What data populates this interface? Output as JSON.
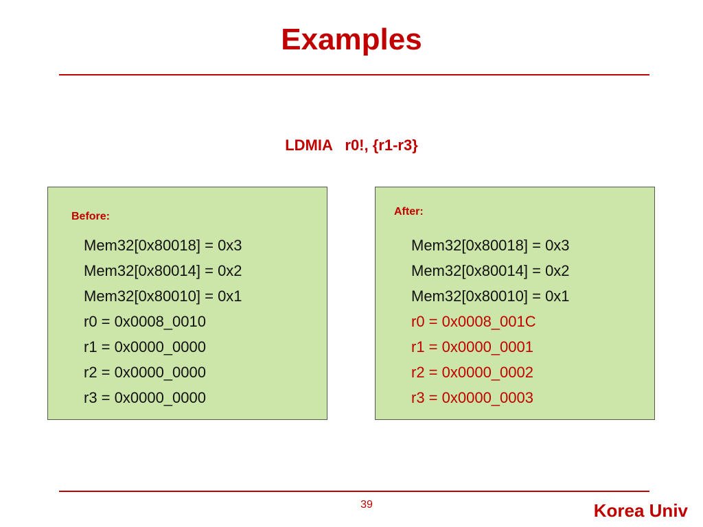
{
  "slide": {
    "title": "Examples",
    "instruction": "LDMIA   r0!, {r1-r3}",
    "page_number": "39",
    "footer_brand": "Korea Univ"
  },
  "before": {
    "label": "Before:",
    "lines": [
      {
        "text": "Mem32[0x80018] = 0x3",
        "changed": false
      },
      {
        "text": "Mem32[0x80014] = 0x2",
        "changed": false
      },
      {
        "text": "Mem32[0x80010] = 0x1",
        "changed": false
      },
      {
        "text": "r0 = 0x0008_0010",
        "changed": false
      },
      {
        "text": "r1 = 0x0000_0000",
        "changed": false
      },
      {
        "text": "r2 = 0x0000_0000",
        "changed": false
      },
      {
        "text": "r3 = 0x0000_0000",
        "changed": false
      }
    ]
  },
  "after": {
    "label": "After:",
    "lines": [
      {
        "text": "Mem32[0x80018] = 0x3",
        "changed": false
      },
      {
        "text": "Mem32[0x80014] = 0x2",
        "changed": false
      },
      {
        "text": "Mem32[0x80010] = 0x1",
        "changed": false
      },
      {
        "text": "r0 = 0x0008_001C",
        "changed": true
      },
      {
        "text": "r1 = 0x0000_0001",
        "changed": true
      },
      {
        "text": "r2 = 0x0000_0002",
        "changed": true
      },
      {
        "text": "r3 = 0x0000_0003",
        "changed": true
      }
    ]
  },
  "colors": {
    "accent": "#c00000",
    "box_fill": "#cce5a8",
    "box_border": "#555555",
    "text": "#111111"
  }
}
